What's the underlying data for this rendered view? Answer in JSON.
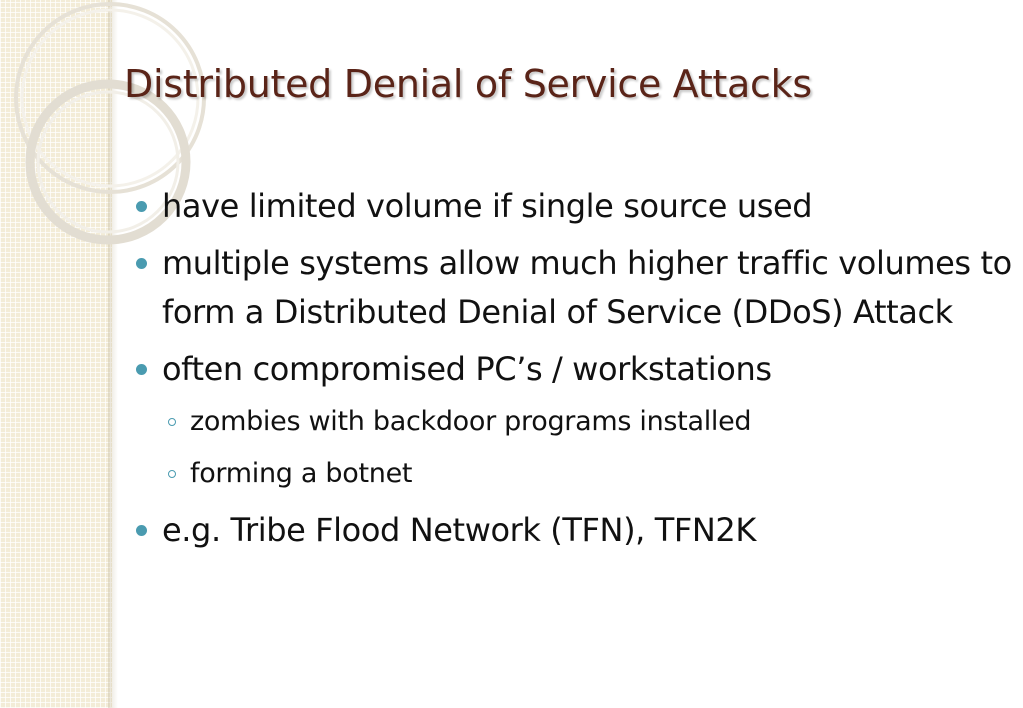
{
  "slide": {
    "title": "Distributed Denial of Service Attacks",
    "bullets": [
      {
        "text": "have limited volume if single source used",
        "level": 1
      },
      {
        "text": "multiple systems allow much higher traffic volumes to form a Distributed Denial of Service (DDoS) Attack",
        "level": 1
      },
      {
        "text": "often compromised PC’s / workstations",
        "level": 1
      },
      {
        "text": "zombies with backdoor programs installed",
        "level": 2
      },
      {
        "text": "forming a botnet",
        "level": 2
      },
      {
        "text": "e.g. Tribe Flood Network (TFN), TFN2K",
        "level": 1
      }
    ]
  },
  "colors": {
    "title": "#5a2418",
    "bullet_accent": "#4a9bb0",
    "side_band": "#f3ecd7"
  },
  "icons": {
    "decor": "ring-ornament",
    "bullet_level1": "filled-dot",
    "bullet_level2": "hollow-circle"
  }
}
